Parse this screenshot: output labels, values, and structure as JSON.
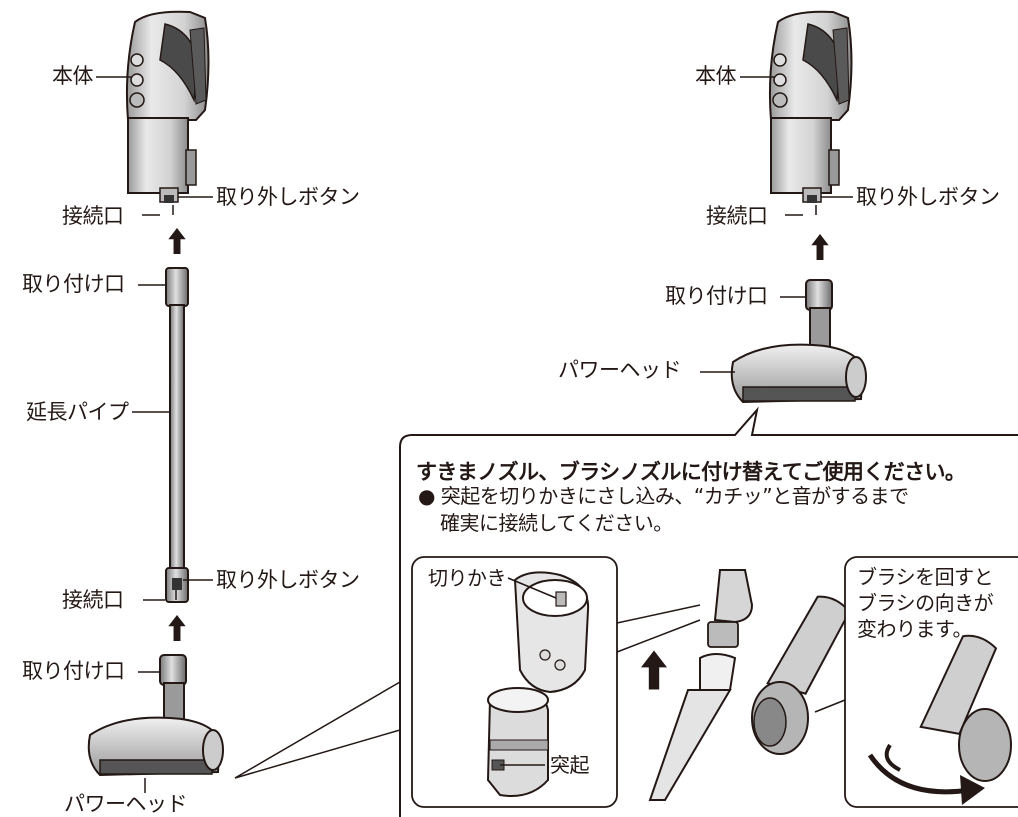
{
  "labels": {
    "left": {
      "body": "本体",
      "connection_port": "接続口",
      "release_button": "取り外しボタン",
      "mount_port_top": "取り付け口",
      "extension_pipe": "延長パイプ",
      "pipe_connection_port": "接続口",
      "pipe_release_button": "取り外しボタン",
      "mount_port_bottom": "取り付け口",
      "power_head": "パワーヘッド"
    },
    "right": {
      "body": "本体",
      "connection_port": "接続口",
      "release_button": "取り外しボタン",
      "mount_port": "取り付け口",
      "power_head": "パワーヘッド"
    }
  },
  "callout": {
    "heading": "すきまノズル、ブラシノズルに付け替えてご使用ください。",
    "bullet_line1": "● 突起を切りかきにさし込み、“カチッ”と音がするまで",
    "bullet_line2": "確実に接続してください。",
    "notch": "切りかき",
    "protrusion": "突起",
    "brush_note_line1": "ブラシを回すと",
    "brush_note_line2": "ブラシの向きが",
    "brush_note_line3": "変わります。"
  },
  "colors": {
    "ink": "#231815",
    "body_gray": "#c9c9c9",
    "dark_gray": "#6f6f6f",
    "light_gray": "#ececec",
    "arrow": "#231815"
  }
}
